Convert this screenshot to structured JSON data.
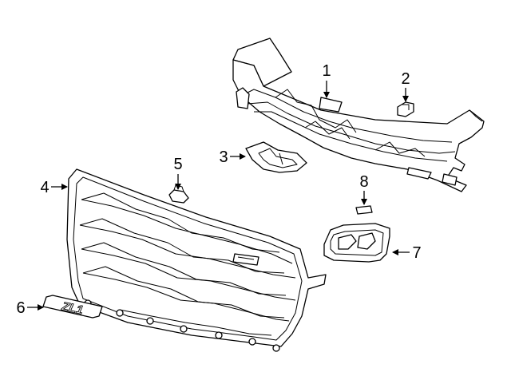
{
  "callouts": [
    {
      "id": "1",
      "label": "1"
    },
    {
      "id": "2",
      "label": "2"
    },
    {
      "id": "3",
      "label": "3"
    },
    {
      "id": "4",
      "label": "4"
    },
    {
      "id": "5",
      "label": "5"
    },
    {
      "id": "6",
      "label": "6"
    },
    {
      "id": "7",
      "label": "7"
    },
    {
      "id": "8",
      "label": "8"
    }
  ],
  "emblem_text": "ZL1"
}
